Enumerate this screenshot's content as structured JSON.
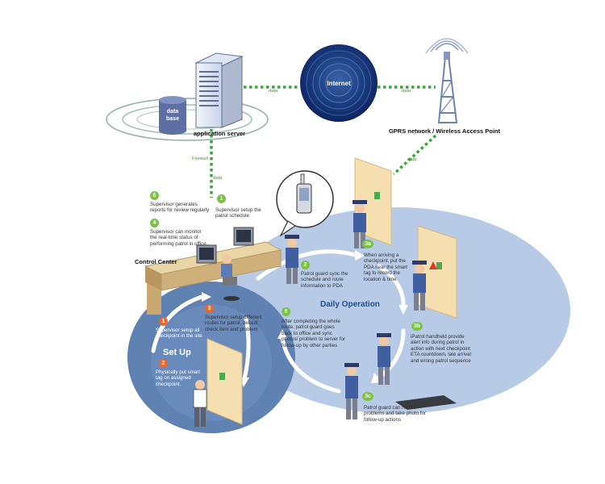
{
  "colors": {
    "green": "#3aa63a",
    "step_green": "#7cc242",
    "step_orange": "#e8692a",
    "oval_light": "#b7cbe6",
    "oval_dark": "#5f82b3",
    "guard_uniform": "#3f5fa0",
    "wall": "#f5deb0"
  },
  "network": {
    "internet": "Internet",
    "app_server": "application server",
    "database": "data base",
    "gprs": "GPRS network / Wireless Access Point",
    "firewall": "Firewall",
    "data": "data"
  },
  "areas": {
    "control_center": "Control Center",
    "set_up": "Set Up",
    "daily_operation": "Daily Operation"
  },
  "steps": [
    {
      "num": "1",
      "color": "green",
      "text": [
        "Supervisor setup the",
        "patrol schedule"
      ]
    },
    {
      "num": "4",
      "color": "green",
      "text": [
        "Supervisor can monitor",
        "the real-time status of",
        "performing patrol in office."
      ]
    },
    {
      "num": "6",
      "color": "green",
      "text": [
        "Supervisor generates",
        "reports for review regularly"
      ]
    },
    {
      "num": "2",
      "color": "green",
      "text": [
        "Patrol guard sync the",
        "schedule and route",
        "information to PDA"
      ]
    },
    {
      "num": "3a",
      "color": "green",
      "text": [
        "When arriving a",
        "checkpoint, put the",
        "PDA near the smart",
        "tag to record the",
        "location & time"
      ]
    },
    {
      "num": "3b",
      "color": "green",
      "text": [
        "iPatrol handheld provide",
        "alert info during patrol in",
        "action with next checkpoint",
        "ETA countdown, late arrival",
        "and wrong patrol sequence"
      ]
    },
    {
      "num": "3c",
      "color": "green",
      "text": [
        "Patrol guard can record",
        "problems and take photo for",
        "follow-up actions"
      ]
    },
    {
      "num": "5",
      "color": "green",
      "text": [
        "After completing the whole",
        "route, patrol guard goes",
        "back to office and sync",
        "photos/ problem to server for",
        "follow-up by other parties"
      ]
    },
    {
      "num": "1",
      "color": "orange",
      "text": [
        "Supervisor setup all",
        "checkpoint in the site"
      ]
    },
    {
      "num": "2",
      "color": "orange",
      "text": [
        "Physically put smart",
        "tag on assigned",
        "checkpoint."
      ]
    },
    {
      "num": "3",
      "color": "orange",
      "text": [
        "Supervisor setup different",
        "routes for patrol, default",
        "check item and problem"
      ]
    }
  ]
}
